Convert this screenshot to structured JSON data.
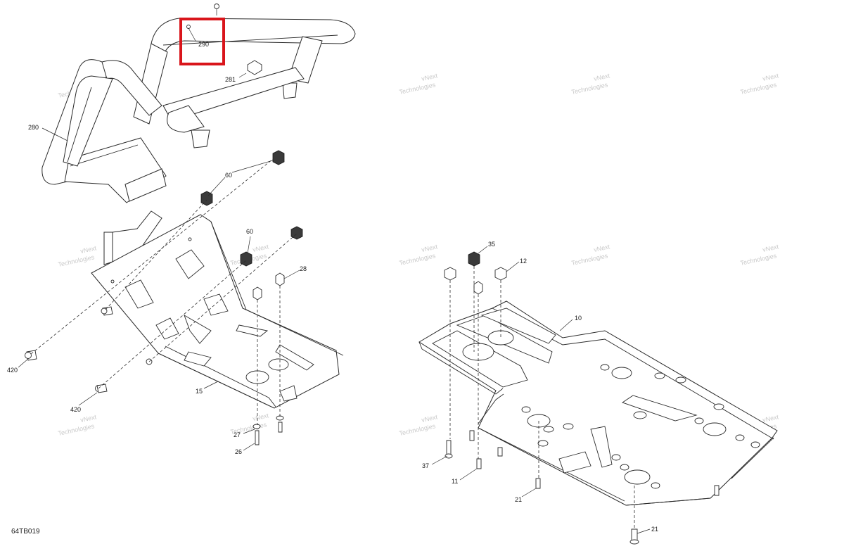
{
  "diagram": {
    "code": "64TB019",
    "highlight_color": "#d9151b",
    "watermark": {
      "line1": "vNext",
      "line2": "Technologies",
      "full": "vNext Technologies"
    },
    "callouts": {
      "c290": "290",
      "c281": "281",
      "c280": "280",
      "c60a": "60",
      "c60b": "60",
      "c28": "28",
      "c420a": "420",
      "c420b": "420",
      "c15": "15",
      "c27": "27",
      "c26": "26",
      "c35": "35",
      "c12": "12",
      "c10": "10",
      "c37": "37",
      "c11": "11",
      "c21a": "21",
      "c21b": "21"
    }
  }
}
